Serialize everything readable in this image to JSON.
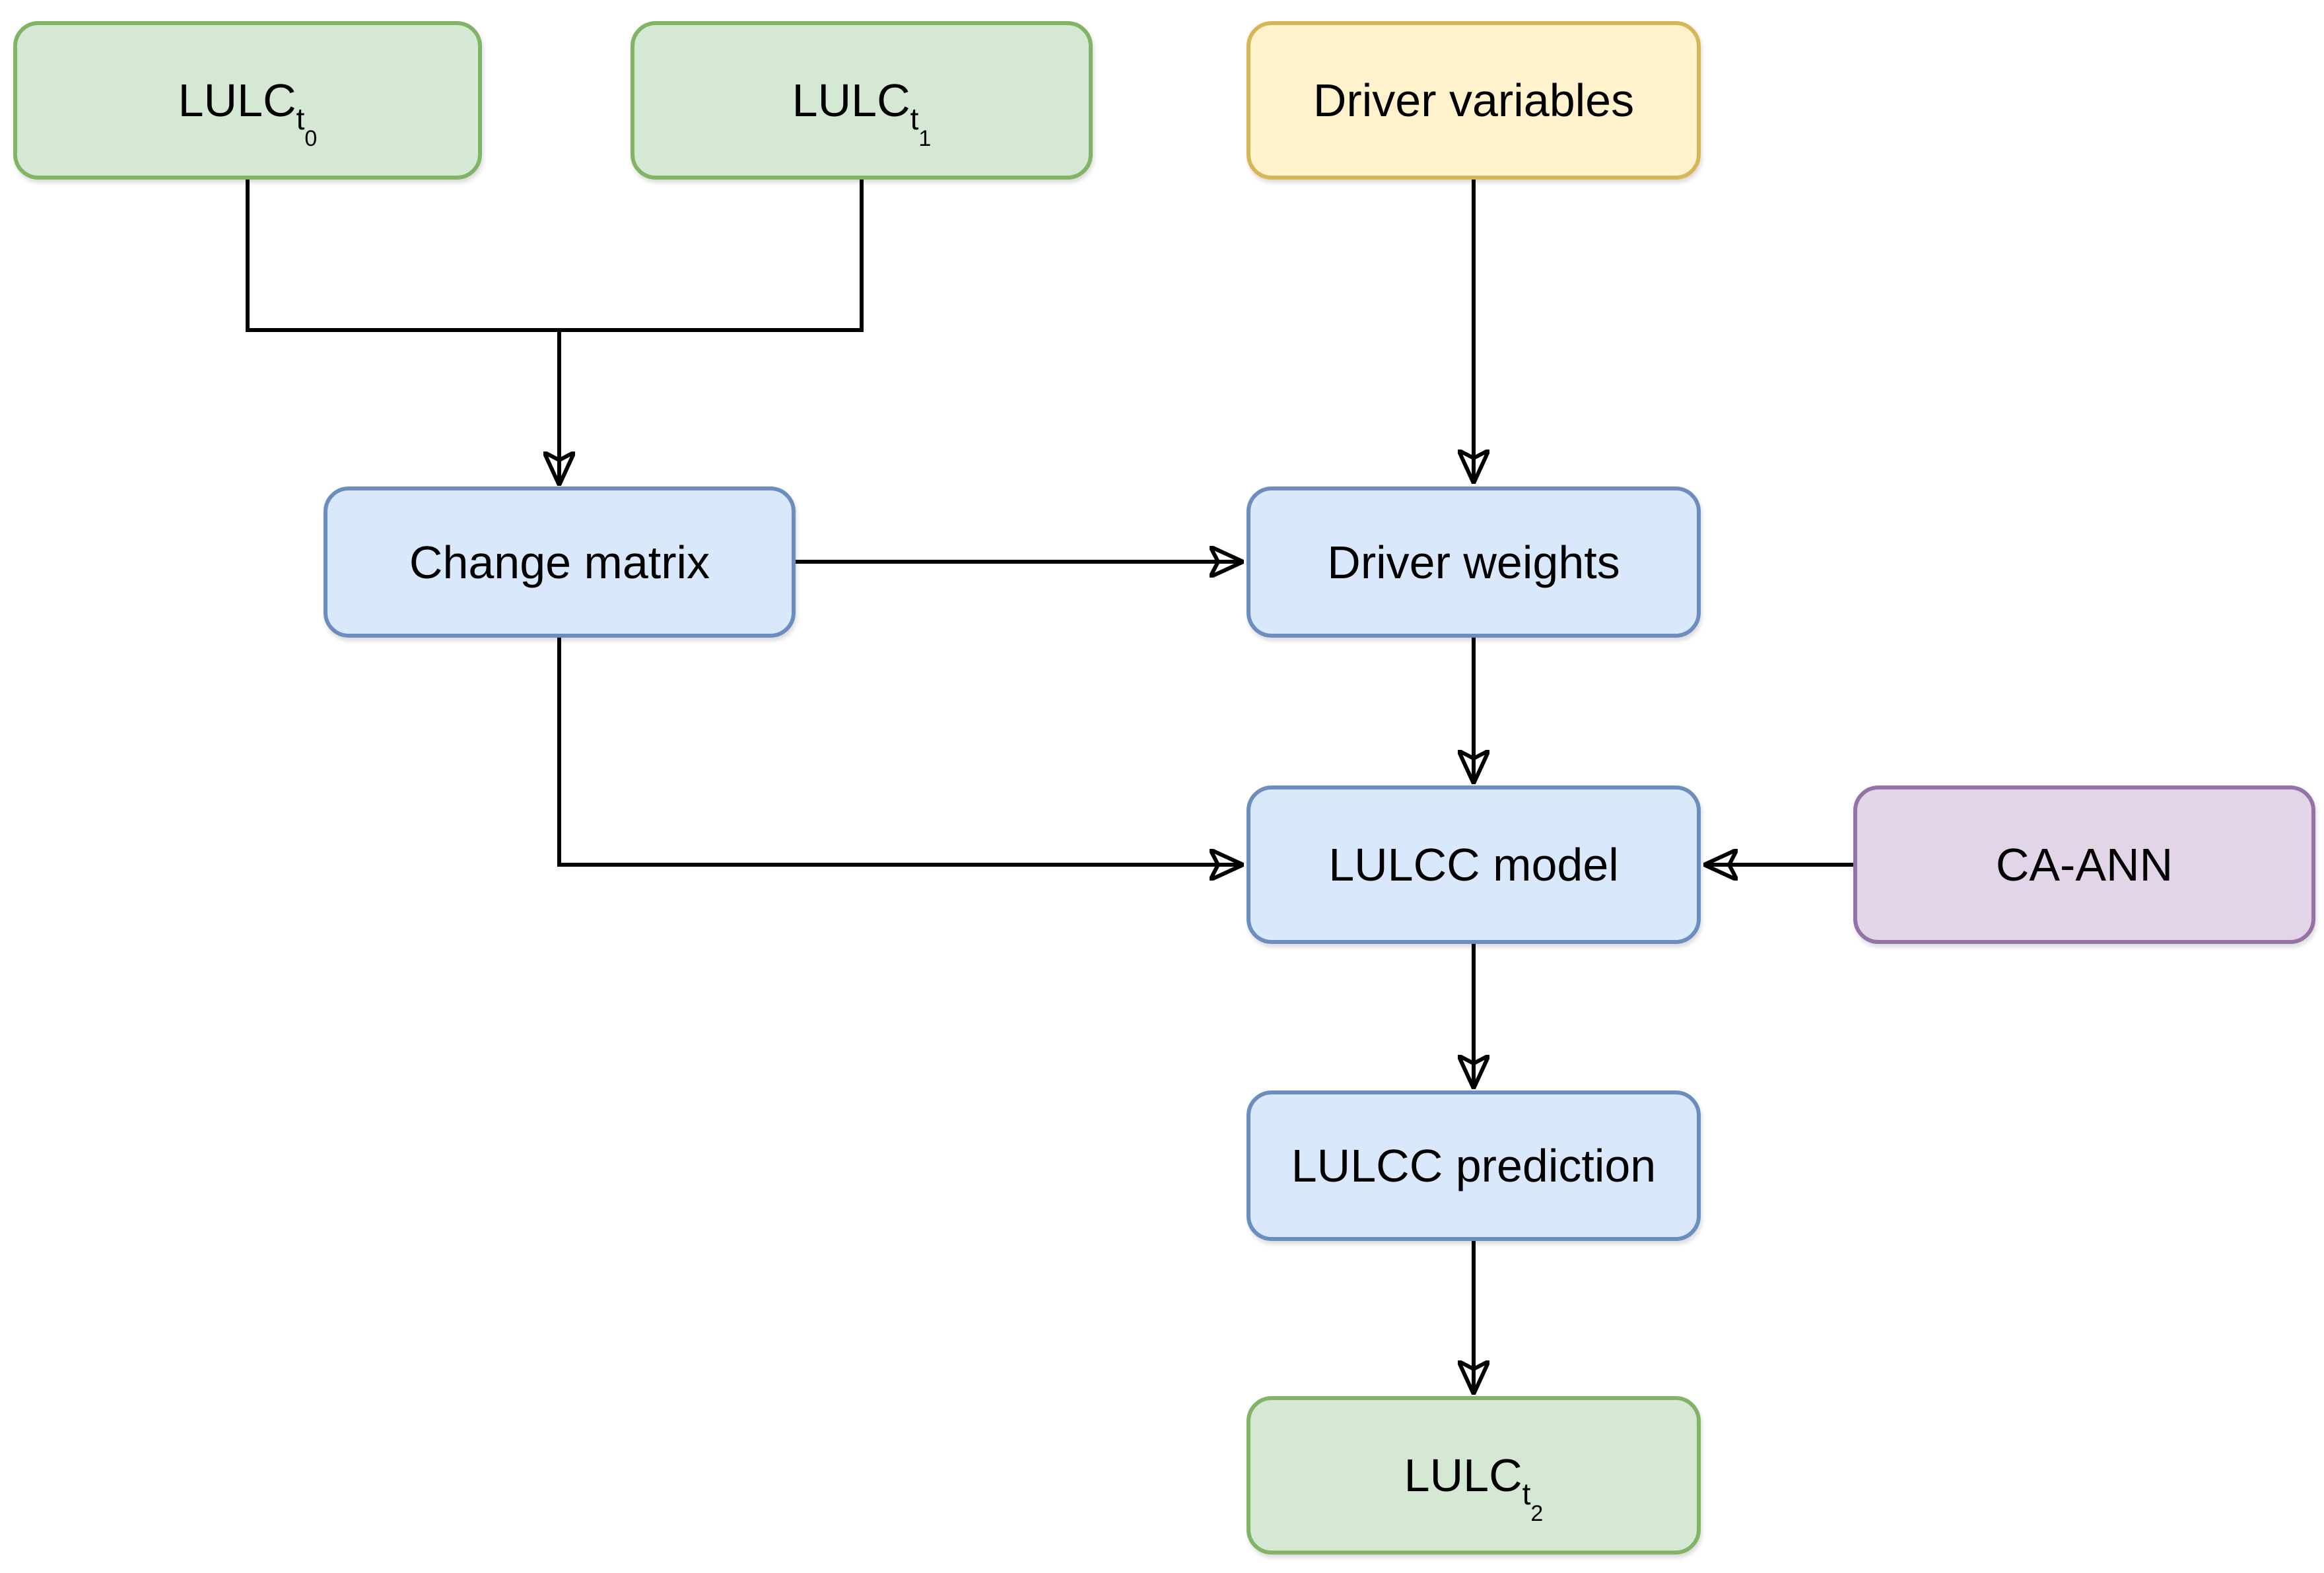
{
  "diagram": {
    "nodes": [
      {
        "id": "lulc-t0",
        "color": "green",
        "label": {
          "base": "LULC",
          "sub": "t",
          "subsub": "0"
        }
      },
      {
        "id": "lulc-t1",
        "color": "green",
        "label": {
          "base": "LULC",
          "sub": "t",
          "subsub": "1"
        }
      },
      {
        "id": "driver-variables",
        "color": "yellow",
        "label": {
          "base": "Driver variables"
        }
      },
      {
        "id": "change-matrix",
        "color": "blue",
        "label": {
          "base": "Change matrix"
        }
      },
      {
        "id": "driver-weights",
        "color": "blue",
        "label": {
          "base": "Driver weights"
        }
      },
      {
        "id": "lulcc-model",
        "color": "blue",
        "label": {
          "base": "LULCC model"
        }
      },
      {
        "id": "ca-ann",
        "color": "purple",
        "label": {
          "base": "CA-ANN"
        }
      },
      {
        "id": "lulcc-prediction",
        "color": "blue",
        "label": {
          "base": "LULCC prediction"
        }
      },
      {
        "id": "lulc-t2",
        "color": "green",
        "label": {
          "base": "LULC",
          "sub": "t",
          "subsub": "2"
        }
      }
    ],
    "edges": [
      {
        "from": [
          "lulc-t0",
          "lulc-t1"
        ],
        "to": "change-matrix"
      },
      {
        "from": [
          "driver-variables"
        ],
        "to": "driver-weights"
      },
      {
        "from": [
          "change-matrix"
        ],
        "to": "driver-weights"
      },
      {
        "from": [
          "driver-weights"
        ],
        "to": "lulcc-model"
      },
      {
        "from": [
          "change-matrix"
        ],
        "to": "lulcc-model"
      },
      {
        "from": [
          "ca-ann"
        ],
        "to": "lulcc-model"
      },
      {
        "from": [
          "lulcc-model"
        ],
        "to": "lulcc-prediction"
      },
      {
        "from": [
          "lulcc-prediction"
        ],
        "to": "lulc-t2"
      }
    ],
    "palette": {
      "green": {
        "fill": "#d5e8d4",
        "stroke": "#82b366"
      },
      "yellow": {
        "fill": "#fff2cc",
        "stroke": "#d6b656"
      },
      "blue": {
        "fill": "#dae8fc",
        "stroke": "#6c8ebf"
      },
      "purple": {
        "fill": "#e1d5e7",
        "stroke": "#9673a6"
      },
      "line": "#000000"
    }
  }
}
